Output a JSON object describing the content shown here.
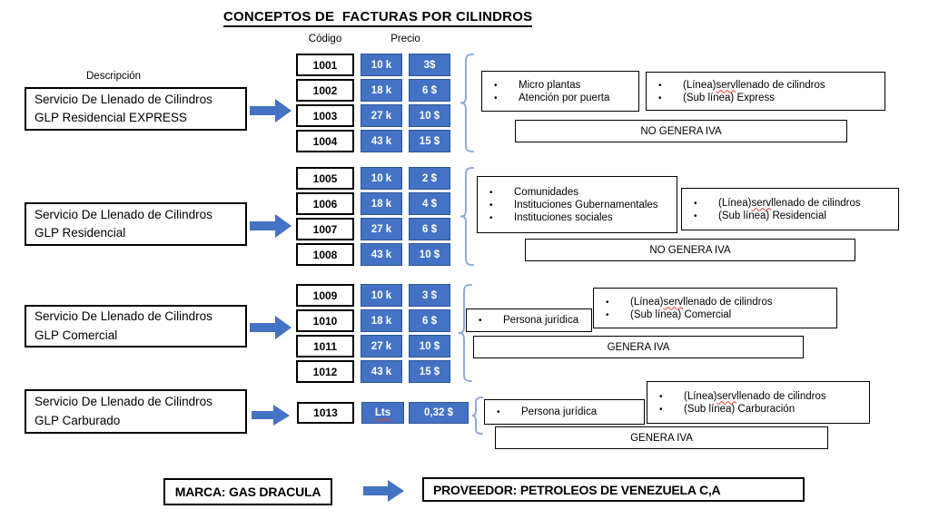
{
  "title": "CONCEPTOS DE  FACTURAS POR CILINDROS",
  "headers": {
    "descripcion": "Descripción",
    "codigo": "Código",
    "precio": "Precio"
  },
  "colors": {
    "accent_blue": "#4472C4",
    "accent_dark_blue": "#2F5496",
    "brace_blue": "#8FAADC",
    "squiggle_red": "#E03C31"
  },
  "groups": [
    {
      "description_line1": "Servicio De Llenado de Cilindros",
      "description_line2": "GLP Residencial EXPRESS",
      "rows": [
        {
          "code": "1001",
          "size": "10 k",
          "price": "3$"
        },
        {
          "code": "1002",
          "size": "18 k",
          "price": "6 $"
        },
        {
          "code": "1003",
          "size": "27 k",
          "price": "10 $"
        },
        {
          "code": "1004",
          "size": "43 k",
          "price": "15 $"
        }
      ],
      "customers": [
        "Micro plantas",
        "Atención por puerta"
      ],
      "linea": {
        "prefix": "(Línea)",
        "squiggle_word": "serv",
        "suffix": "llenado de cilindros"
      },
      "sublinea": "(Sub línea) Express",
      "iva": "NO GENERA IVA"
    },
    {
      "description_line1": "Servicio De Llenado de Cilindros",
      "description_line2": "GLP Residencial",
      "rows": [
        {
          "code": "1005",
          "size": "10 k",
          "price": "2 $"
        },
        {
          "code": "1006",
          "size": "18 k",
          "price": "4 $"
        },
        {
          "code": "1007",
          "size": "27 k",
          "price": "6 $"
        },
        {
          "code": "1008",
          "size": "43 k",
          "price": "10 $"
        }
      ],
      "customers": [
        "Comunidades",
        "Instituciones Gubernamentales",
        "Instituciones sociales"
      ],
      "linea": {
        "prefix": "(Línea)",
        "squiggle_word": "serv",
        "suffix": "llenado de cilindros"
      },
      "sublinea": "(Sub línea) Residencial",
      "iva": "NO GENERA IVA"
    },
    {
      "description_line1": "Servicio De Llenado de Cilindros",
      "description_line2": "GLP Comercial",
      "rows": [
        {
          "code": "1009",
          "size": "10 k",
          "price": "3 $"
        },
        {
          "code": "1010",
          "size": "18 k",
          "price": "6 $"
        },
        {
          "code": "1011",
          "size": "27 k",
          "price": "10 $"
        },
        {
          "code": "1012",
          "size": "43 k",
          "price": "15 $"
        }
      ],
      "customers": [
        "Persona jurídica"
      ],
      "linea": {
        "prefix": "(Línea)",
        "squiggle_word": "serv",
        "suffix": "llenado de cilindros"
      },
      "sublinea": "(Sub línea) Comercial",
      "iva": "GENERA IVA"
    },
    {
      "description_line1": "Servicio De Llenado de Cilindros",
      "description_line2": "GLP Carburado",
      "rows": [
        {
          "code": "1013",
          "size": "Lts",
          "price": "0,32 $",
          "size_squiggle": true
        }
      ],
      "customers": [
        "Persona jurídica"
      ],
      "linea": {
        "prefix": "(Línea)",
        "squiggle_word": "serv",
        "suffix": "llenado de cilindros"
      },
      "sublinea": "(Sub línea) Carburación",
      "iva": "GENERA IVA"
    }
  ],
  "footer": {
    "marca": "MARCA: GAS DRACULA",
    "proveedor": "PROVEEDOR: PETROLEOS DE VENEZUELA C,A"
  }
}
